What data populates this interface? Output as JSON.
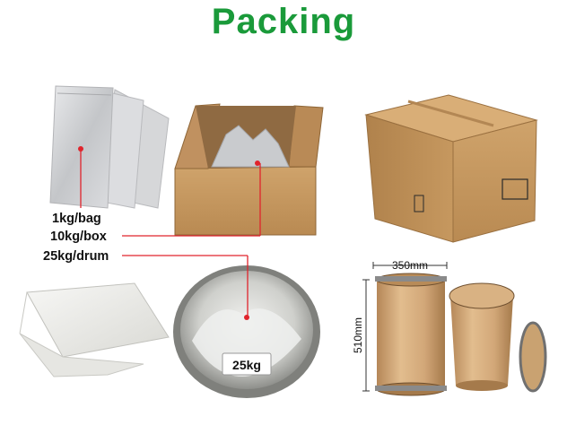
{
  "title": "Packing",
  "labels": {
    "bag": "1kg/bag",
    "box": "10kg/box",
    "drum": "25kg/drum"
  },
  "drum_bag_label": "25kg",
  "dimensions": {
    "width": "350mm",
    "height": "510mm"
  },
  "colors": {
    "title": "#1a9a3a",
    "pointer": "#e0242c",
    "cardboard": "#c79a62",
    "foil": "#cfd0d2"
  }
}
